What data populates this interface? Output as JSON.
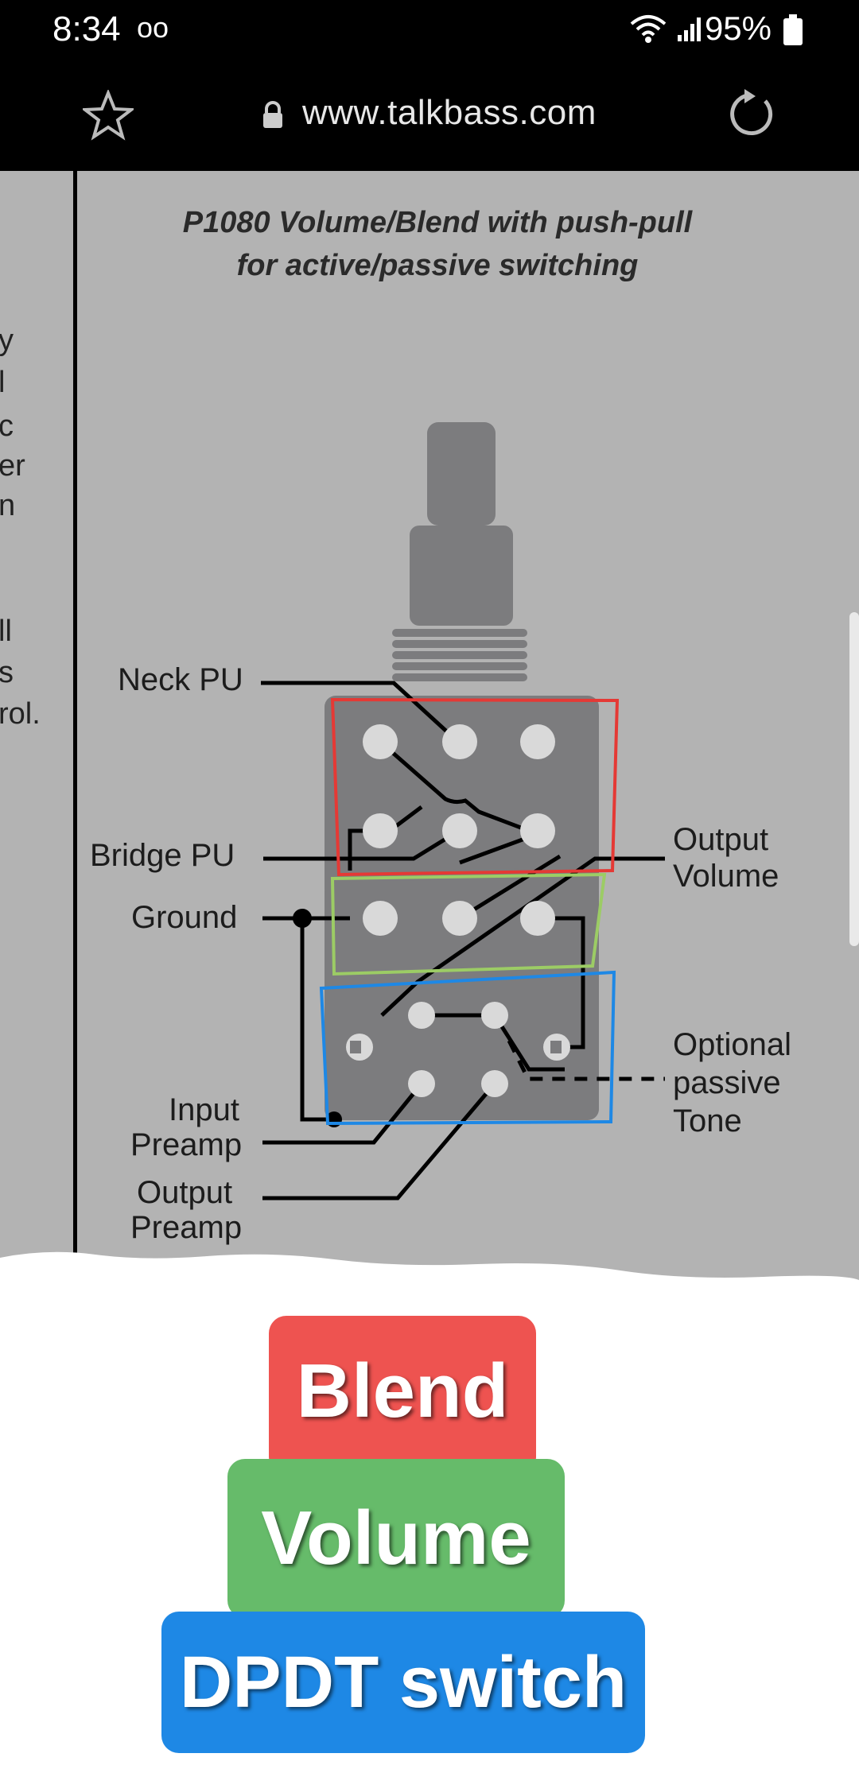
{
  "status_bar": {
    "time": "8:34",
    "voicemail_glyph": "oo",
    "battery": "95%"
  },
  "browser": {
    "url": "www.talkbass.com",
    "icons": [
      "star-icon",
      "lock-icon",
      "reload-icon"
    ]
  },
  "page": {
    "left_edge_fragments": [
      "y",
      "l",
      "c",
      "er",
      "n",
      "ll",
      "s",
      "rol."
    ],
    "diagram_title_line1": "P1080 Volume/Blend with push-pull",
    "diagram_title_line2": "for active/passive switching",
    "labels": {
      "neck_pu": "Neck PU",
      "bridge_pu": "Bridge PU",
      "ground": "Ground",
      "input_preamp_1": "Input",
      "input_preamp_2": "Preamp",
      "output_preamp_1": "Output",
      "output_preamp_2": "Preamp",
      "output_volume_1": "Output",
      "output_volume_2": "Volume",
      "optional_1": "Optional",
      "optional_2": "passive",
      "optional_3": "Tone"
    },
    "highlight_colors": {
      "blend": "#e53935",
      "volume": "#9ccc65",
      "switch": "#1e88e5"
    }
  },
  "annotations": {
    "blend": "Blend",
    "volume": "Volume",
    "dpdt": "DPDT switch"
  }
}
